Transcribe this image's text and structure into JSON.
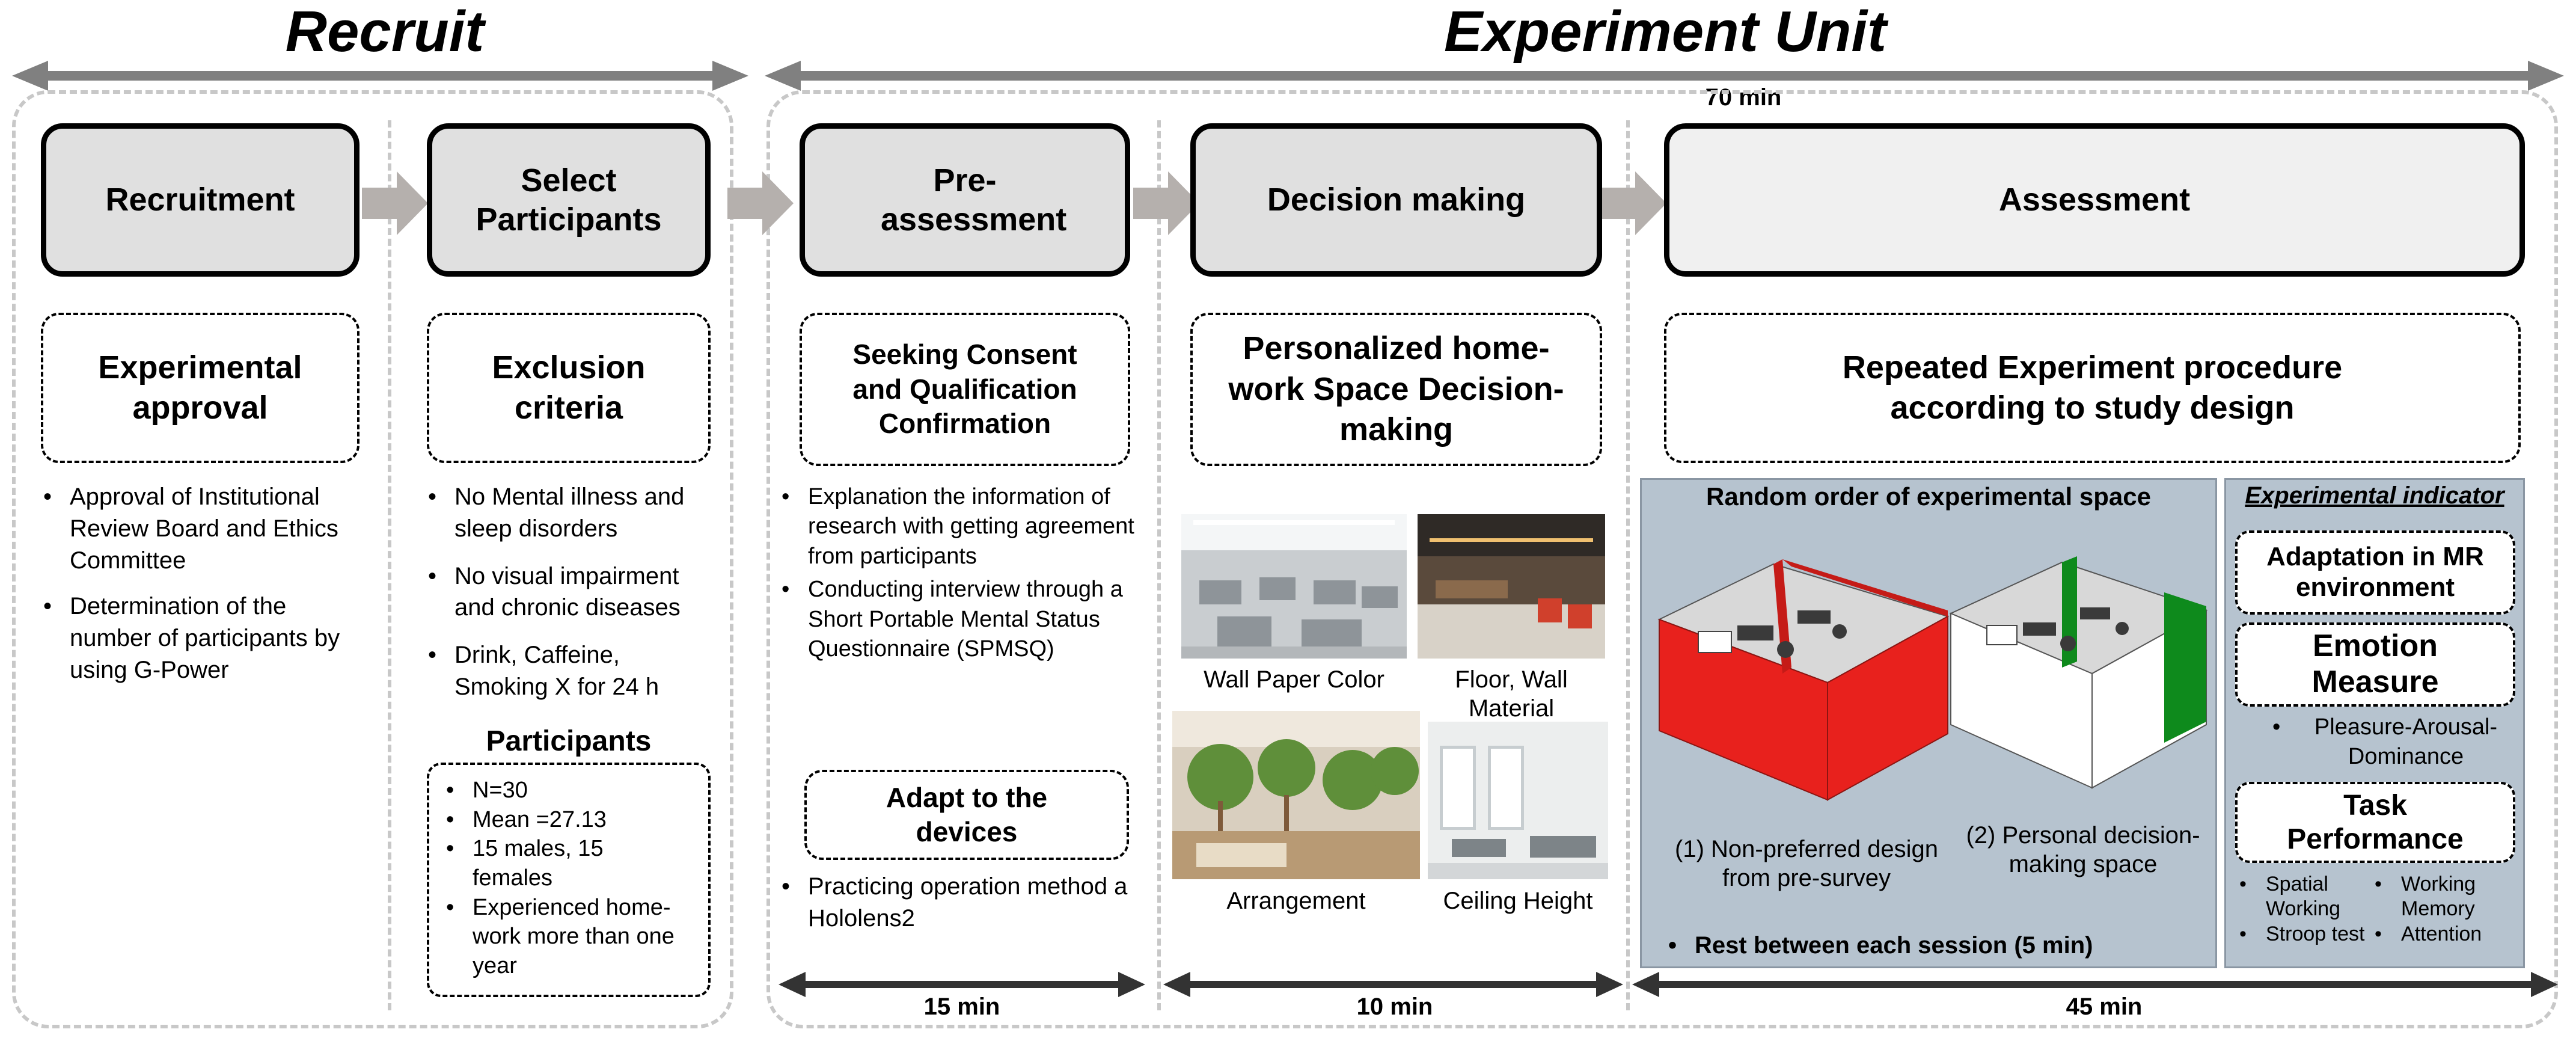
{
  "sections": {
    "recruit": {
      "title": "Recruit"
    },
    "experiment": {
      "title": "Experiment Unit",
      "total_duration": "70 min"
    }
  },
  "stages": {
    "recruitment": {
      "label": "Recruitment"
    },
    "select": {
      "label": "Select Participants"
    },
    "pre_assessment": {
      "label": "Pre-assessment",
      "duration": "15 min"
    },
    "decision_making": {
      "label": "Decision making",
      "duration": "10 min"
    },
    "assessment": {
      "label": "Assessment",
      "duration": "45 min"
    }
  },
  "recruitment": {
    "box": "Experimental approval",
    "bullets": [
      "Approval of Institutional Review Board and Ethics Committee",
      "Determination of the number of participants by using G-Power"
    ]
  },
  "select": {
    "box": "Exclusion criteria",
    "bullets": [
      "No Mental illness and sleep disorders",
      "No visual impairment and chronic diseases",
      "Drink, Caffeine, Smoking X for 24 h"
    ],
    "participants_title": "Participants",
    "participants": [
      "N=30",
      "Mean =27.13",
      "15 males, 15 females",
      "Experienced home-work more than one year"
    ]
  },
  "pre_assessment": {
    "box": "Seeking Consent and Qualification Confirmation",
    "bullets": [
      "Explanation the information of research with getting agreement from participants",
      "Conducting interview through a Short Portable Mental Status Questionnaire (SPMSQ)"
    ],
    "adapt_box": "Adapt to the devices",
    "adapt_bullets": [
      "Practicing operation method a Hololens2"
    ]
  },
  "decision_making": {
    "box": "Personalized home-work Space Decision-making",
    "photos": [
      {
        "caption": "Wall Paper Color",
        "icon": "office-photo"
      },
      {
        "caption": "Floor, Wall Material",
        "icon": "restaurant-photo"
      },
      {
        "caption": "Arrangement",
        "icon": "plants-office-photo"
      },
      {
        "caption": "Ceiling Height",
        "icon": "bright-office-photo"
      }
    ]
  },
  "assessment": {
    "box": "Repeated Experiment procedure according to study design",
    "random_title": "Random order of experimental  space",
    "rooms": [
      {
        "caption": "(1) Non-preferred design from pre-survey",
        "color": "#e8211d"
      },
      {
        "caption": "(2) Personal decision-making space",
        "color": "#0e8a1c"
      }
    ],
    "rest": "Rest between each session (5 min)",
    "indicator_title": "Experimental indicator",
    "adaptation": "Adaptation in MR environment",
    "emotion": "Emotion Measure",
    "emotion_bullets": [
      "Pleasure-Arousal-Dominance"
    ],
    "task": "Task Performance",
    "task_bullets": [
      "Spatial Working",
      "Working Memory",
      "Stroop test",
      "Attention"
    ]
  },
  "colors": {
    "arrow": "#808080",
    "flow_arrow": "#b5b0ad",
    "panel": "#b6c3cf",
    "stage_fill": "#e0e0e0"
  }
}
